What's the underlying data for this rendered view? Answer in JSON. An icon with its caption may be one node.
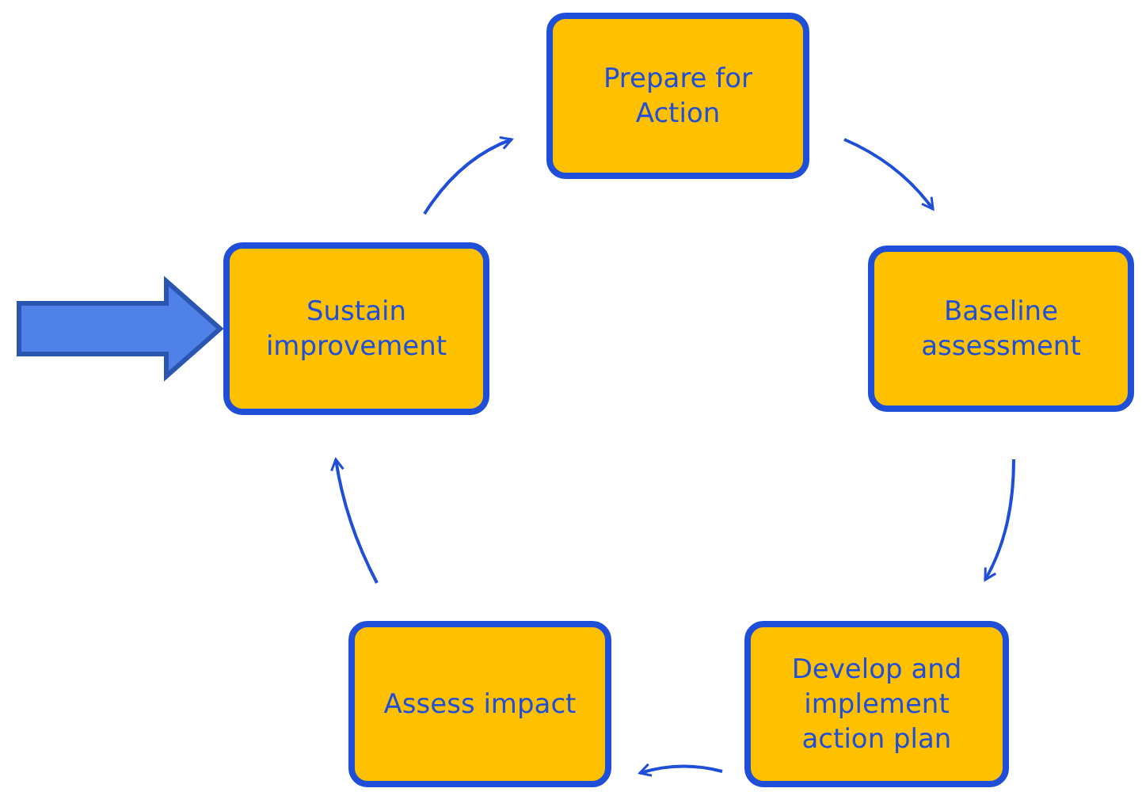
{
  "diagram": {
    "nodes": [
      {
        "text": [
          "Prepare for Action"
        ]
      },
      {
        "text": [
          "Baseline assessment"
        ]
      },
      {
        "text": [
          "Develop and implement action plan"
        ]
      },
      {
        "text": [
          "Assess impact"
        ]
      },
      {
        "text": [
          "Sustain improvement"
        ]
      }
    ],
    "edges": [
      {
        "from": 4,
        "to": 0,
        "arrow": "to"
      },
      {
        "from": 0,
        "to": 1,
        "arrow": "to"
      },
      {
        "from": 1,
        "to": 2,
        "arrow": "to"
      },
      {
        "from": 2,
        "to": 3,
        "arrow": "to"
      },
      {
        "from": 3,
        "to": 4,
        "arrow": "to"
      },
      {
        "from": null,
        "to": 4,
        "arrow": "to",
        "style": "thick",
        "color": "#4f81e8"
      }
    ]
  }
}
